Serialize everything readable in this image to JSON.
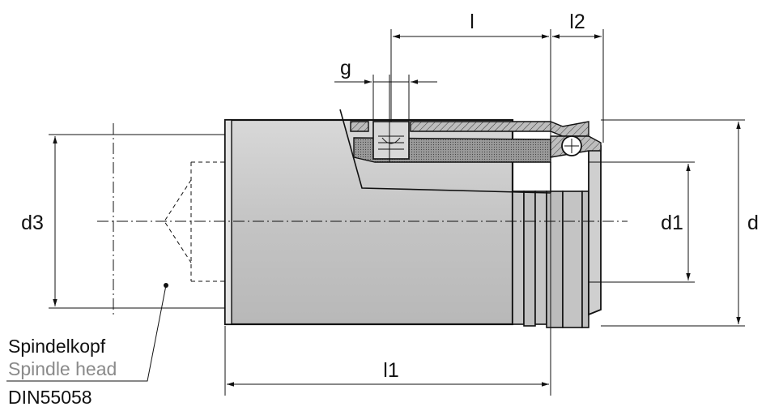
{
  "dimensions": {
    "l": "l",
    "l2": "l2",
    "g": "g",
    "d3": "d3",
    "d1": "d1",
    "d": "d",
    "l1": "l1"
  },
  "caption": {
    "german": "Spindelkopf",
    "english": "Spindle head",
    "standard": "DIN55058"
  },
  "colors": {
    "body_fill": "#c8c8c8",
    "outline": "#111111",
    "caption_grey": "#8a8a8a"
  }
}
